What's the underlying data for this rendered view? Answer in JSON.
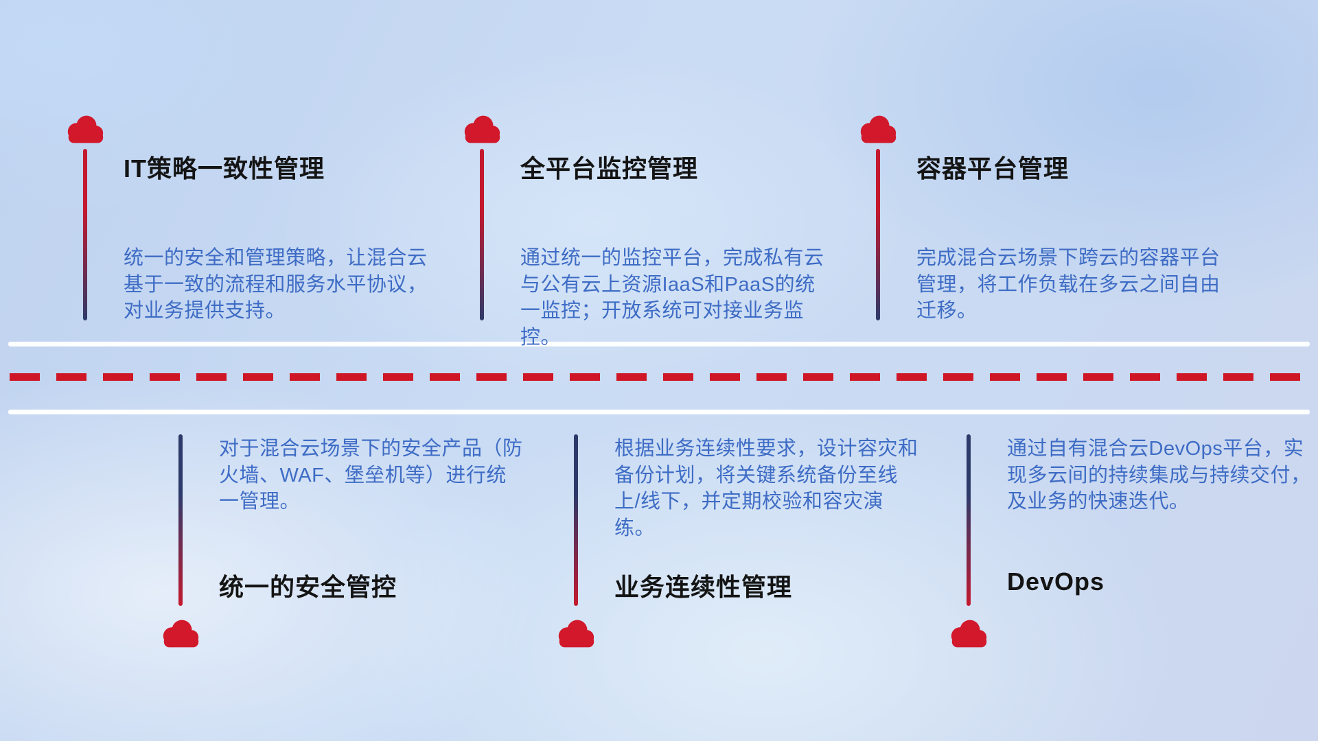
{
  "colors": {
    "cloud": "#d2182b",
    "title": "#141414",
    "desc": "#3e6cc5",
    "dash": "#cf1626",
    "line_red": "#c4182e",
    "line_navy": "#2c3a6a"
  },
  "top_items": [
    {
      "title": "IT策略一致性管理",
      "desc": "统一的安全和管理策略，让混合云基于一致的流程和服务水平协议，对业务提供支持。"
    },
    {
      "title": "全平台监控管理",
      "desc": "通过统一的监控平台，完成私有云与公有云上资源IaaS和PaaS的统一监控；开放系统可对接业务监控。"
    },
    {
      "title": "容器平台管理",
      "desc": "完成混合云场景下跨云的容器平台管理，将工作负载在多云之间自由迁移。"
    }
  ],
  "bottom_items": [
    {
      "title": "统一的安全管控",
      "desc": "对于混合云场景下的安全产品（防火墙、WAF、堡垒机等）进行统一管理。"
    },
    {
      "title": "业务连续性管理",
      "desc": "根据业务连续性要求，设计容灾和备份计划，将关键系统备份至线上/线下，并定期校验和容灾演练。"
    },
    {
      "title": "DevOps",
      "desc": "通过自有混合云DevOps平台，实现多云间的持续集成与持续交付，及业务的快速迭代。"
    }
  ]
}
